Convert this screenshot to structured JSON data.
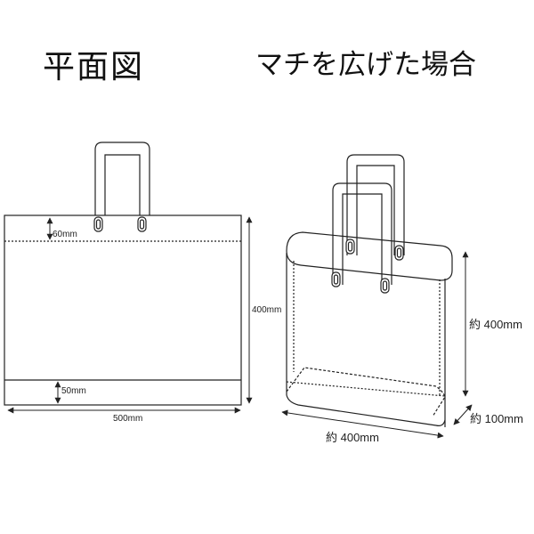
{
  "titles": {
    "plan": "平面図",
    "expanded": "マチを広げた場合"
  },
  "plan_view": {
    "handle_depth": "60mm",
    "bottom_band": "50mm",
    "height": "400mm",
    "width": "500mm"
  },
  "expanded_view": {
    "height": "約 400mm",
    "width": "約 400mm",
    "gusset": "約 100mm"
  }
}
